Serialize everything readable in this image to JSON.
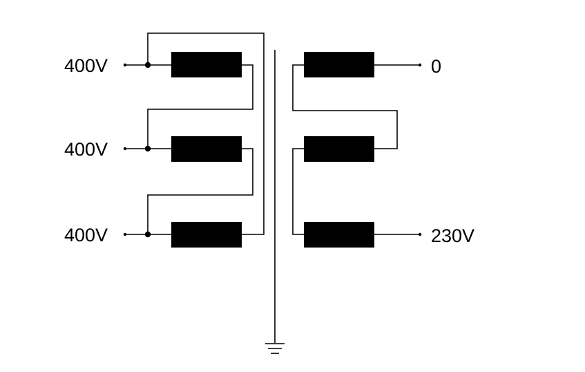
{
  "primary": {
    "terminals": [
      {
        "label": "400V"
      },
      {
        "label": "400V"
      },
      {
        "label": "400V"
      }
    ]
  },
  "secondary": {
    "terminals": [
      {
        "label": "0"
      },
      {
        "label": "230V"
      }
    ]
  },
  "colors": {
    "ink": "#000000",
    "background": "#ffffff"
  },
  "icons": {
    "ground": "ground-symbol-icon"
  }
}
